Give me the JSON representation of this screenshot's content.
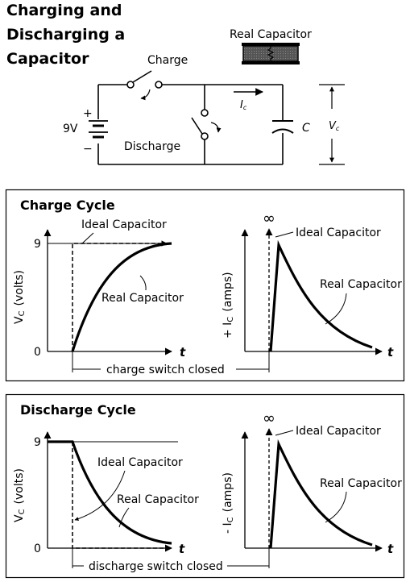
{
  "title_lines": [
    "Charging and",
    "Discharging a",
    "Capacitor"
  ],
  "circuit": {
    "battery_label": "9V",
    "plus": "+",
    "minus": "−",
    "charge_label": "Charge",
    "discharge_label": "Discharge",
    "current_label": "I",
    "current_sub": "c",
    "capacitor_label": "C",
    "voltage_label": "V",
    "voltage_sub": "c",
    "real_capacitor_label": "Real Capacitor"
  },
  "charge_panel": {
    "title": "Charge Cycle",
    "vc_y_label": "V",
    "vc_y_sub": "C",
    "vc_y_units": "(volts)",
    "tick_top": "9",
    "tick_bottom": "0",
    "x_label": "t",
    "ideal_label": "Ideal Capacitor",
    "real_label": "Real Capacitor",
    "ic_y_label": "+ I",
    "ic_y_sub": "C",
    "ic_y_units": "(amps)",
    "infinity": "∞",
    "ic_ideal_label": "Ideal Capacitor",
    "ic_real_label": "Real Capacitor",
    "switch_label": "charge switch closed"
  },
  "discharge_panel": {
    "title": "Discharge Cycle",
    "vc_y_label": "V",
    "vc_y_sub": "C",
    "vc_y_units": "(volts)",
    "tick_top": "9",
    "tick_bottom": "0",
    "x_label": "t",
    "ideal_label": "Ideal Capacitor",
    "real_label": "Real Capacitor",
    "ic_y_label": "- I",
    "ic_y_sub": "C",
    "ic_y_units": "(amps)",
    "infinity": "∞",
    "ic_ideal_label": "Ideal Capacitor",
    "ic_real_label": "Real Capacitor",
    "switch_label": "discharge switch closed"
  }
}
